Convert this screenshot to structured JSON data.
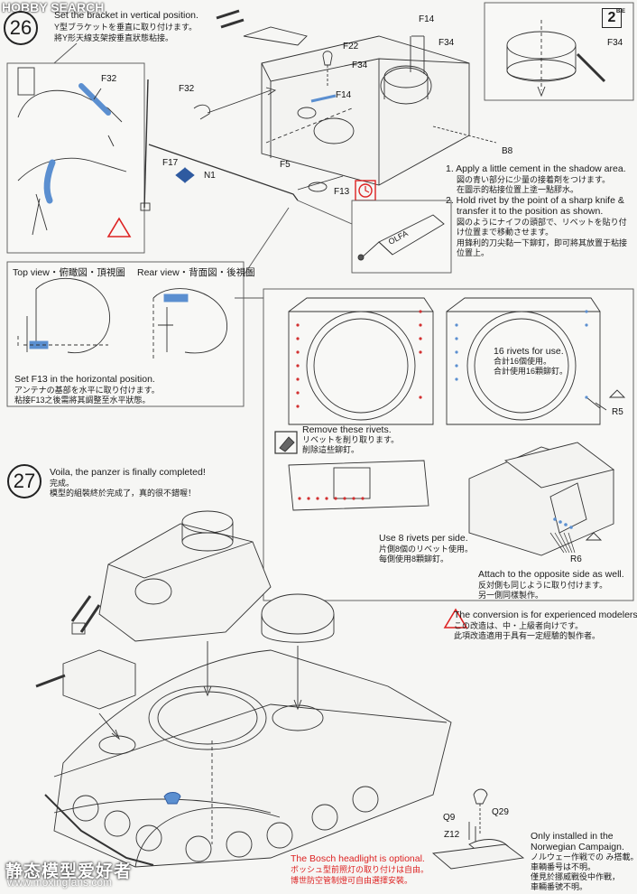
{
  "watermark": {
    "logo": "HOBBY SEARCH",
    "site_cn": "静态模型爱好者",
    "site_url": "www.moxingfans.com"
  },
  "step26": {
    "number": "26",
    "title_en": "Set the bracket in vertical position.",
    "title_jp": "Y型ブラケットを垂直に取り付けます。",
    "title_cn": "將Y形天線支架按垂直狀態粘接。",
    "reference": "2",
    "reference_sub": "B/E"
  },
  "parts": {
    "f32a": "F32",
    "f32b": "F32",
    "f22": "F22",
    "f14a": "F14",
    "f14b": "F14",
    "f34a": "F34",
    "f34b": "F34",
    "f34c": "F34",
    "f17": "F17",
    "n1": "N1",
    "f5": "F5",
    "f13": "F13",
    "b8": "B8",
    "r5": "R5",
    "r6": "R6",
    "q9": "Q9",
    "q29": "Q29",
    "z12": "Z12"
  },
  "notes": {
    "cement_en": "1. Apply a little cement in the shadow area.",
    "cement_jp": "図の青い部分に少量の接着剤をつけます。",
    "cement_cn": "在圖示的粘接位置上塗一點膠水。",
    "rivet_en1": "2. Hold rivet by the point of a sharp knife &",
    "rivet_en2": "transfer it to the position as shown.",
    "rivet_jp1": "図のようにナイフの頭部で、リベットを貼り付",
    "rivet_jp2": "け位置まで移動させます。",
    "rivet_cn1": "用鋒利的刀尖黏一下鉚釘，即可將其放置于粘接",
    "rivet_cn2": "位置上。",
    "knife_label": "OLFA"
  },
  "views": {
    "top_view": "Top view・俯瞰図・頂視圖",
    "rear_view": "Rear view・背面図・後視圖",
    "f13_en": "Set F13 in the horizontal position.",
    "f13_jp": "アンテナの基部を水平に取り付けます。",
    "f13_cn": "粘接F13之後需將其調整至水平狀態。"
  },
  "conversion": {
    "rivets16_en": "16 rivets for use.",
    "rivets16_jp": "合計16個使用。",
    "rivets16_cn": "合計使用16顆鉚釘。",
    "remove_en": "Remove these rivets.",
    "remove_jp": "リベットを削り取ります。",
    "remove_cn": "削除這些鉚釘。",
    "use8_en": "Use 8 rivets per side.",
    "use8_jp": "片側8個のリベット使用。",
    "use8_cn": "每側使用8顆鉚釘。",
    "opposite_en": "Attach to the opposite side as well.",
    "opposite_jp": "反対側も同じように取り付けます。",
    "opposite_cn": "另一側同樣製作。",
    "exp_en": "The conversion is for experienced modelers.",
    "exp_jp": "この改造は、中・上級者向けです。",
    "exp_cn": "此項改造適用于具有一定經驗的製作者。"
  },
  "step27": {
    "number": "27",
    "title_en": "Voila, the panzer is finally completed!",
    "title_jp": "完成。",
    "title_cn": "模型的組裝終於完成了，真的很不錯喔！"
  },
  "headlight": {
    "en": "The Bosch headlight is optional.",
    "jp": "ボッシュ型前照灯の取り付けは自由。",
    "cn": "博世防空管制燈可自由選擇安裝。"
  },
  "norway": {
    "en1": "Only installed in the",
    "en2": "Norwegian Campaign.",
    "jp1": "ノルウェー作戦での み搭載。",
    "jp2": "車輌番号は不明。",
    "cn1": "僅見於挪威戰役中作戰，",
    "cn2": "車輛番號不明。"
  },
  "colors": {
    "accent_blue": "#5b8fd0",
    "rivet_red": "#d23030",
    "warn_red": "#d22222"
  }
}
